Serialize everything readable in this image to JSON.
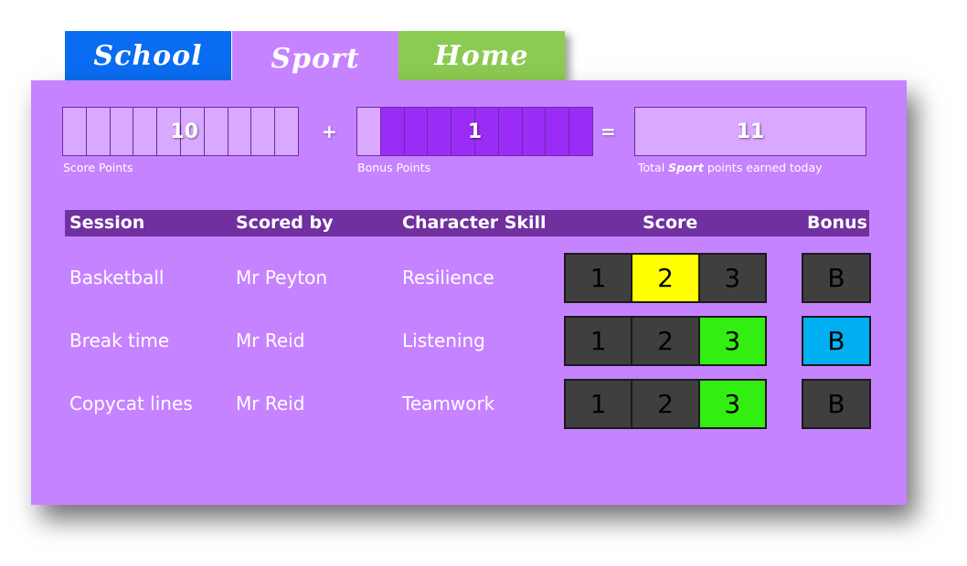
{
  "tabs": [
    {
      "label": "School"
    },
    {
      "label": "Sport"
    },
    {
      "label": "Home"
    }
  ],
  "score_points": {
    "value": "10",
    "caption": "Score Points",
    "filled_segments": 0,
    "total_segments": 10,
    "fill_color": "#d9a8ff"
  },
  "operators": {
    "plus": "+",
    "equals": "="
  },
  "bonus_points": {
    "value": "1",
    "caption": "Bonus Points",
    "filled_segments": 9,
    "total_segments": 10,
    "fill_color": "#9b2cf5"
  },
  "total_points": {
    "value": "11",
    "caption_prefix": "Total ",
    "caption_emph": "Sport",
    "caption_suffix": " points earned today"
  },
  "table": {
    "headers": {
      "session": "Session",
      "scored_by": "Scored by",
      "skill": "Character Skill",
      "score": "Score",
      "bonus": "Bonus"
    },
    "rows": [
      {
        "session": "Basketball",
        "scored_by": "Mr Peyton",
        "skill": "Resilience",
        "score": 2,
        "bonus": false
      },
      {
        "session": "Break time",
        "scored_by": "Mr Reid",
        "skill": "Listening",
        "score": 3,
        "bonus": true
      },
      {
        "session": "Copycat lines",
        "scored_by": "Mr Reid",
        "skill": "Teamwork",
        "score": 3,
        "bonus": false
      }
    ],
    "score_labels": [
      "1",
      "2",
      "3"
    ],
    "bonus_label": "B"
  },
  "colors": {
    "school_tab": "#0a6cf0",
    "sport_tab": "#c683ff",
    "home_tab": "#8ccb52",
    "score_1": "#3f3f3f",
    "score_2": "#ffff00",
    "score_3": "#33ee11",
    "bonus_on": "#00b0f0",
    "button_off": "#3f3f3f"
  }
}
